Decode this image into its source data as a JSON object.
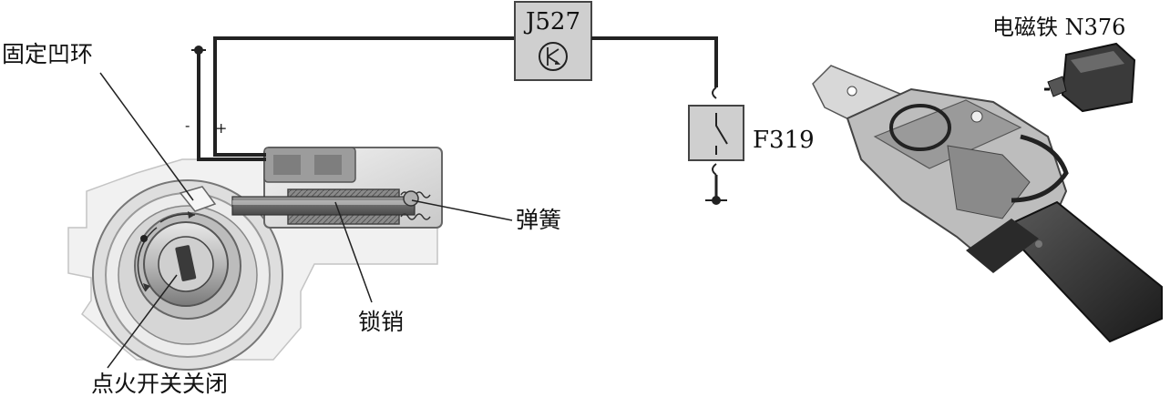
{
  "labels": {
    "fixed_notch": "固定凹环",
    "ignition_off": "点火开关关闭",
    "lock_pin": "锁销",
    "spring": "弹簧",
    "j527": "J527",
    "f319": "F319",
    "magnet": "电磁铁 N376",
    "minus": "-",
    "plus": "+"
  }
}
